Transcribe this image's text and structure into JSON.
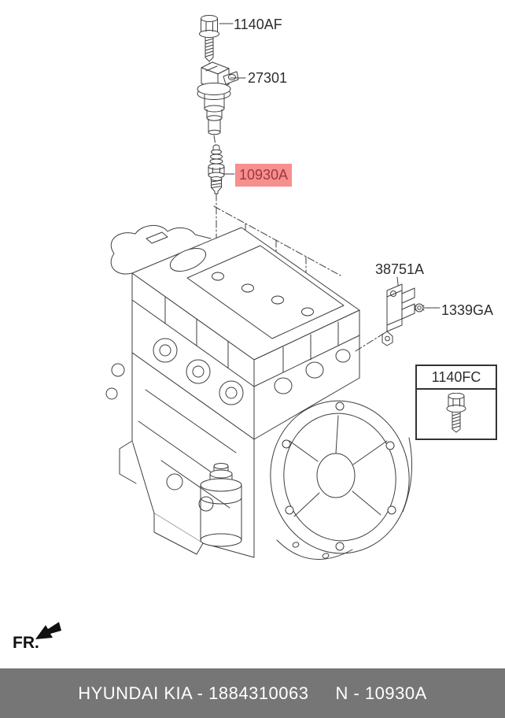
{
  "diagram": {
    "line_color": "#3e3e3e",
    "labels": {
      "bolt_top": "1140AF",
      "ignition_coil": "27301",
      "spark_plug": "10930A",
      "bracket": "38751A",
      "nut": "1339GA",
      "inset_bolt": "1140FC"
    },
    "highlight": {
      "bg": "#f78f8f",
      "text_color": "#993a3a"
    },
    "orientation_label": "FR."
  },
  "footer": {
    "bg": "#767676",
    "text_color": "#ffffff",
    "brand_part": "HYUNDAI  KIA - 1884310063",
    "catalog_part": "N - 10930A"
  }
}
